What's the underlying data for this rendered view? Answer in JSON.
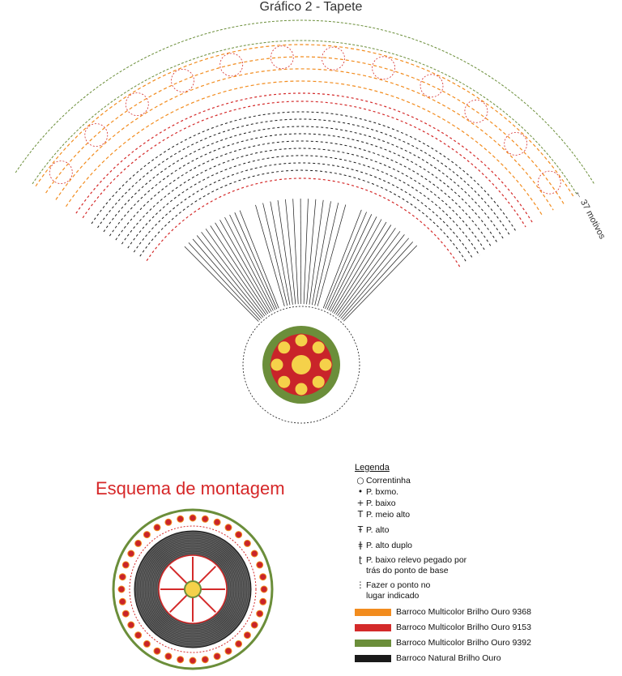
{
  "chart_title": "Gráfico 2 - Tapete",
  "motif_note": "37 motivos",
  "assembly_title": "Esquema de montagem",
  "legend": {
    "title": "Legenda",
    "symbols": [
      {
        "icon": "chain-symbol-icon",
        "glyph": "○",
        "label": "Correntinha"
      },
      {
        "icon": "slip-stitch-symbol-icon",
        "glyph": "•",
        "label": "P. bxmo."
      },
      {
        "icon": "single-crochet-symbol-icon",
        "glyph": "+",
        "label": "P. baixo"
      },
      {
        "icon": "half-double-symbol-icon",
        "glyph": "T",
        "label": "P. meio alto"
      },
      {
        "icon": "double-crochet-symbol-icon",
        "glyph": "Ŧ",
        "label": "P. alto"
      },
      {
        "icon": "treble-crochet-symbol-icon",
        "glyph": "ǂ",
        "label": "P. alto duplo"
      },
      {
        "icon": "back-post-symbol-icon",
        "glyph": "ʈ",
        "label": "P. baixo relevo pegado por\ntrás do ponto de base"
      },
      {
        "icon": "indicated-place-symbol-icon",
        "glyph": "⋮",
        "label": "Fazer o ponto no\nlugar indicado"
      }
    ],
    "colors": [
      {
        "label": "Barroco Multicolor Brilho Ouro 9368",
        "color": "#f28c1e"
      },
      {
        "label": "Barroco Multicolor Brilho Ouro 9153",
        "color": "#d42a2a"
      },
      {
        "label": "Barroco Multicolor Brilho Ouro 9392",
        "color": "#6b8e3a"
      },
      {
        "label": "Barroco Natural Brilho Ouro",
        "color": "#1a1a1a"
      }
    ]
  }
}
